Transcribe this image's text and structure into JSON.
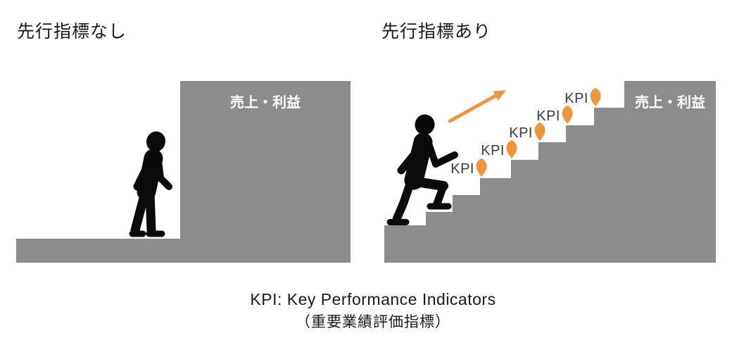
{
  "panel_left": {
    "title": "先行指標なし",
    "block_label": "売上・利益"
  },
  "panel_right": {
    "title": "先行指標あり",
    "block_label": "売上・利益",
    "kpi_labels": [
      "KPI",
      "KPI",
      "KPI",
      "KPI",
      "KPI"
    ]
  },
  "caption": {
    "line1": "KPI: Key Performance Indicators",
    "line2": "（重要業績評価指標）"
  },
  "icons": {
    "kpi_marker": "map-pin",
    "arrow": "growth-arrow-up-right",
    "person_left": "person-standing",
    "person_right": "person-climbing-stairs"
  },
  "colors": {
    "gray": "#8C8C8C",
    "orange": "#F0953C",
    "silhouette": "#0A0A0A",
    "kpi_text": "#3A3A3A",
    "block_text": "#FFFFFF"
  }
}
